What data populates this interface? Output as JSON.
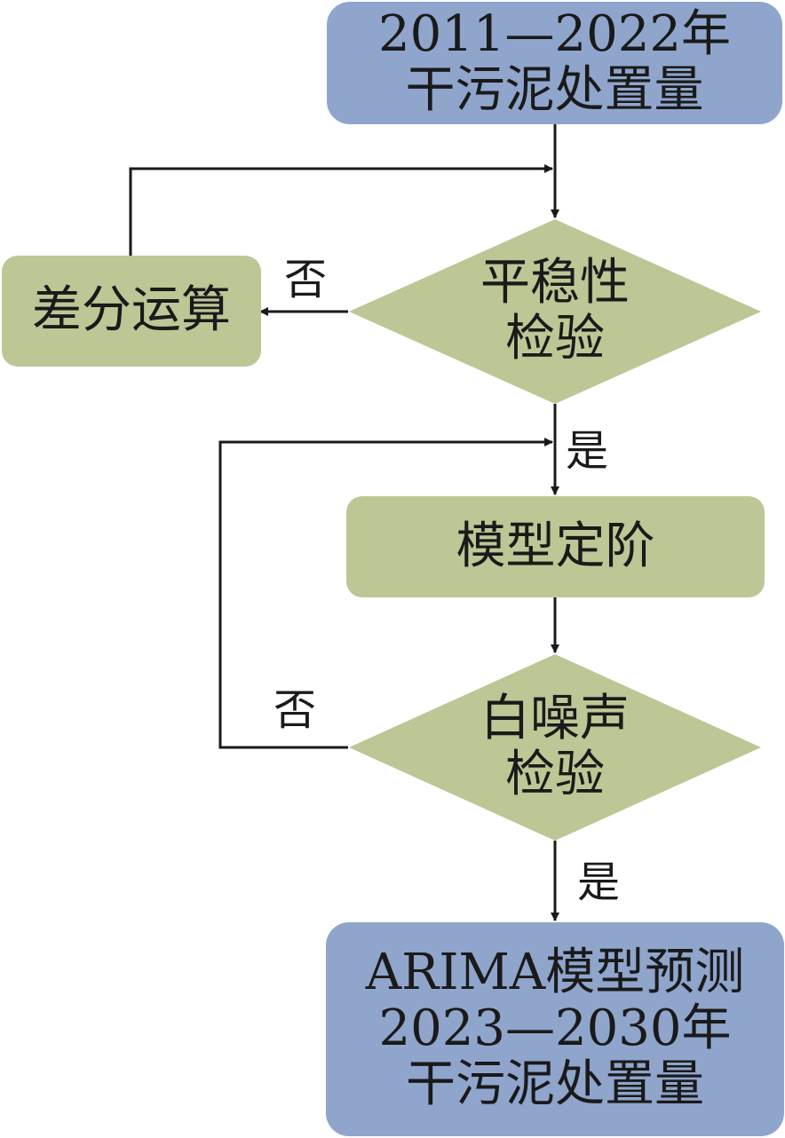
{
  "diagram": {
    "type": "flowchart",
    "nodes": {
      "input": {
        "lines": [
          "2011—2022年",
          "干污泥处置量"
        ],
        "shape": "rounded-rect"
      },
      "stationarity_test": {
        "lines": [
          "平稳性",
          "检验"
        ],
        "shape": "diamond"
      },
      "differencing": {
        "lines": [
          "差分运算"
        ],
        "shape": "rounded-rect"
      },
      "model_order": {
        "lines": [
          "模型定阶"
        ],
        "shape": "rounded-rect"
      },
      "white_noise_test": {
        "lines": [
          "白噪声",
          "检验"
        ],
        "shape": "diamond"
      },
      "forecast": {
        "lines": [
          "ARIMA模型预测",
          "2023—2030年",
          "干污泥处置量"
        ],
        "shape": "rounded-rect"
      }
    },
    "edge_labels": {
      "stationarity_no": "否",
      "stationarity_yes": "是",
      "white_noise_no": "否",
      "white_noise_yes": "是"
    },
    "edges": [
      {
        "from": "input",
        "to": "stationarity_test",
        "label": ""
      },
      {
        "from": "stationarity_test",
        "to": "differencing",
        "label": "否"
      },
      {
        "from": "differencing",
        "to": "stationarity_test",
        "label": ""
      },
      {
        "from": "stationarity_test",
        "to": "model_order",
        "label": "是"
      },
      {
        "from": "model_order",
        "to": "white_noise_test",
        "label": ""
      },
      {
        "from": "white_noise_test",
        "to": "model_order",
        "label": "否"
      },
      {
        "from": "white_noise_test",
        "to": "forecast",
        "label": "是"
      }
    ],
    "colors": {
      "blue_fill": "#8fa5cc",
      "green_fill": "#bcc795",
      "line": "#1a1a1a"
    }
  }
}
